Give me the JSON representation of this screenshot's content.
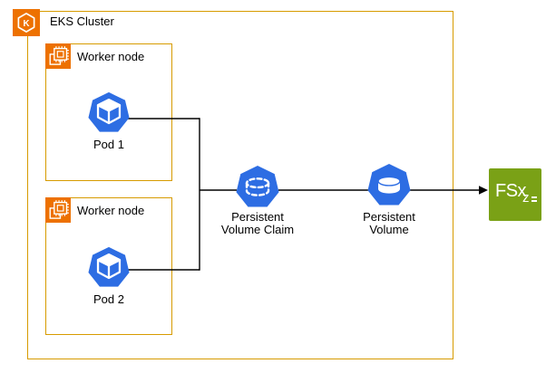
{
  "diagram": {
    "cluster": {
      "label": "EKS Cluster"
    },
    "worker_nodes": [
      {
        "label": "Worker node",
        "pod": {
          "label": "Pod 1"
        }
      },
      {
        "label": "Worker node",
        "pod": {
          "label": "Pod 2"
        }
      }
    ],
    "pvc": {
      "label_line1": "Persistent",
      "label_line2": "Volume Claim"
    },
    "pv": {
      "label_line1": "Persistent",
      "label_line2": "Volume"
    },
    "fsx": {
      "label": "FSx",
      "subscript": "z"
    },
    "colors": {
      "group_border_orange": "#D79B00",
      "aws_icon_orange": "#ED7100",
      "kubernetes_blue": "#2D6DE3",
      "fsx_green": "#7AA116",
      "connector": "#000000",
      "background": "#FFFFFF"
    }
  }
}
